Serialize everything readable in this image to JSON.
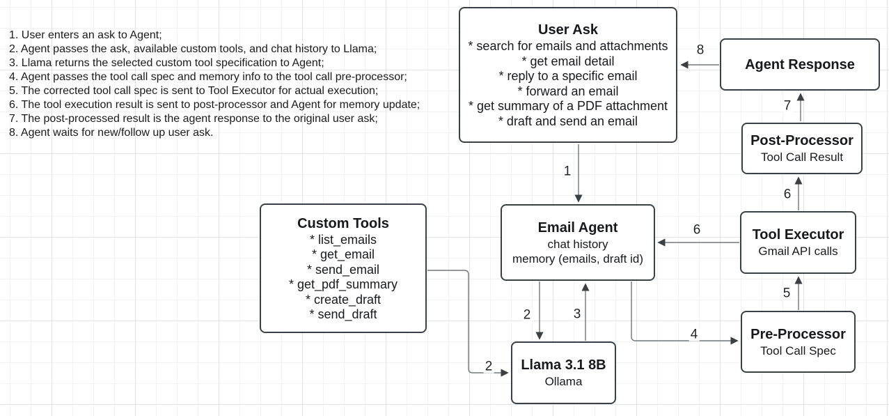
{
  "notes": {
    "lines": [
      "1. User enters an ask to Agent;",
      "2. Agent passes the ask, available custom tools, and chat history to Llama;",
      "3. Llama returns the selected custom tool specification to Agent;",
      "4. Agent passes the tool call spec and memory info to the tool call pre-processor;",
      "5. The corrected tool call spec is sent to Tool Executor for actual execution;",
      "6. The tool execution result is sent to post-processor and Agent for memory update;",
      "7. The post-processed result is the agent response to the original user ask;",
      "8. Agent waits for new/follow up user ask."
    ]
  },
  "nodes": {
    "user_ask": {
      "title": "User Ask",
      "items": [
        "* search for emails and attachments",
        "* get email detail",
        "* reply to a specific email",
        "* forward an email",
        "* get summary of a PDF attachment",
        "* draft and send an email"
      ]
    },
    "agent_response": {
      "title": "Agent Response"
    },
    "post_processor": {
      "title": "Post-Processor",
      "subtitle": "Tool Call Result"
    },
    "tool_executor": {
      "title": "Tool Executor",
      "subtitle": "Gmail API calls"
    },
    "pre_processor": {
      "title": "Pre-Processor",
      "subtitle": "Tool Call Spec"
    },
    "email_agent": {
      "title": "Email Agent",
      "lines": [
        "chat history",
        "memory (emails, draft id)"
      ]
    },
    "custom_tools": {
      "title": "Custom Tools",
      "items": [
        "* list_emails",
        "* get_email",
        "* send_email",
        "* get_pdf_summary",
        "* create_draft",
        "* send_draft"
      ]
    },
    "llama": {
      "title": "Llama 3.1 8B",
      "subtitle": "Ollama"
    }
  },
  "edge_labels": {
    "s1": "1",
    "s2a": "2",
    "s2b": "2",
    "s3": "3",
    "s4": "4",
    "s5": "5",
    "s6a": "6",
    "s6b": "6",
    "s7": "7",
    "s8": "8"
  },
  "colors": {
    "background": "#ffffff",
    "grid_minor": "#f1f2f2",
    "grid_major": "#e2e4e5",
    "box_border": "#3b4046",
    "box_fill": "#ffffff",
    "connector_line": "#6e7control4",
    "arrow_head": "#3c4043",
    "text": "#17191c"
  }
}
